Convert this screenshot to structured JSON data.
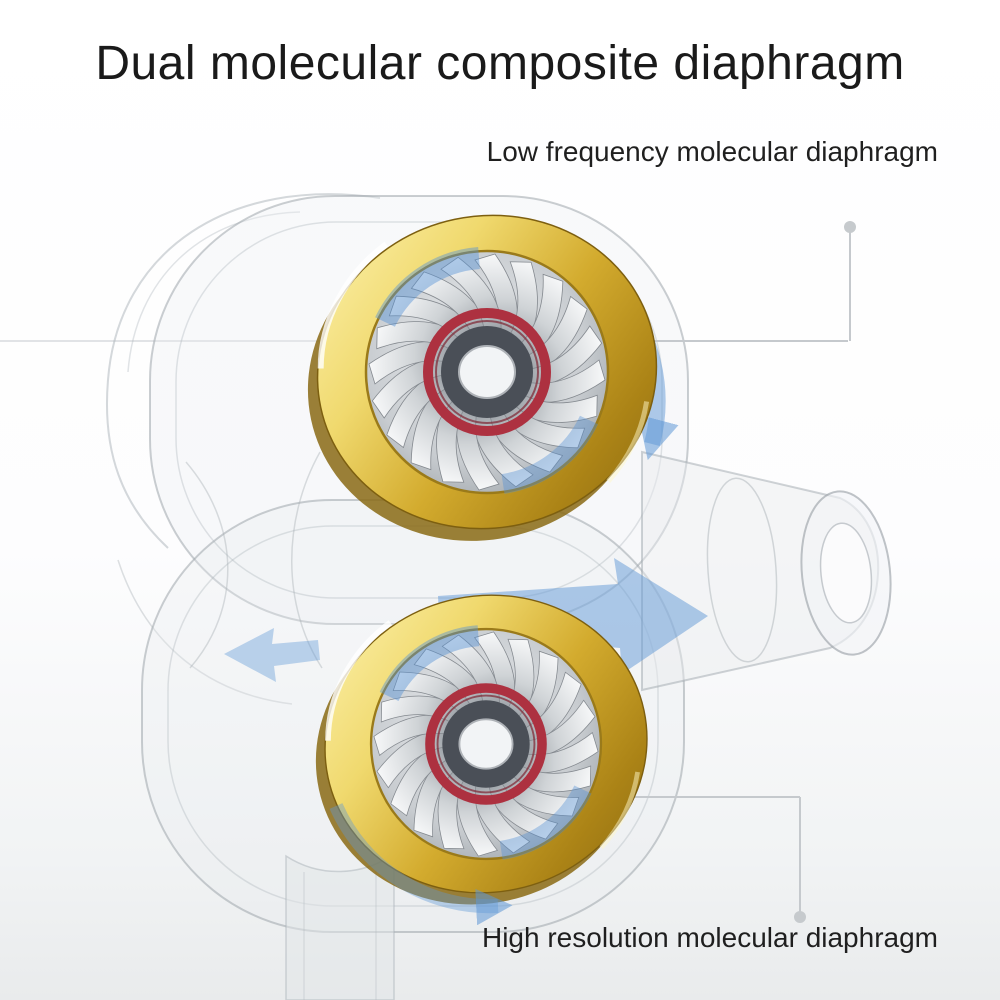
{
  "page": {
    "title": "Dual molecular composite diaphragm"
  },
  "annotations": {
    "low_frequency_label": "Low frequency molecular diaphragm",
    "high_resolution_label": "High resolution molecular diaphragm"
  },
  "illustration": {
    "subject": "transparent dual-driver earphone cutaway",
    "parts": [
      "earphone-housing",
      "low-frequency-driver",
      "high-resolution-driver",
      "sound-nozzle",
      "airflow-arrows",
      "cable-stem"
    ]
  },
  "colors": {
    "background_top": "#ffffff",
    "background_bottom": "#e9ebec",
    "text": "#1a1a1a",
    "gold_ring": "#d4af37",
    "silver_diaphragm": "#c6c9cd",
    "red_coil_ring": "#ad3140",
    "blue_airflow": "#5f98d6",
    "callout_line": "#c5c9cd"
  }
}
